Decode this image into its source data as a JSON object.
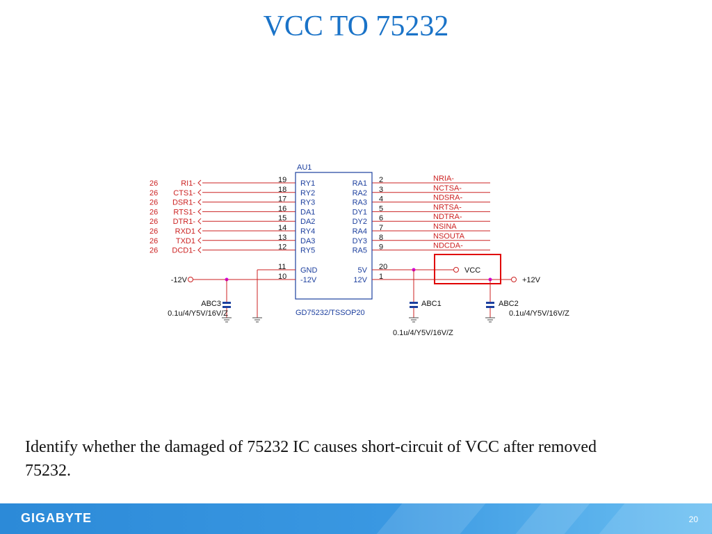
{
  "slide": {
    "title": "VCC TO 75232",
    "body": "Identify whether the damaged of 75232 IC causes short-circuit of VCC after removed 75232.",
    "logo": "GIGABYTE",
    "page_number": "20"
  },
  "colors": {
    "title": "#1a73c8",
    "wire": "#cc2222",
    "chip": "#1c3f9e",
    "label_red": "#cc2222",
    "junction": "#d400d4",
    "highlight": "#e00000",
    "capacitor": "#1c3f9e",
    "footer": "#2c8ad8"
  },
  "schematic": {
    "chip_ref": "AU1",
    "chip_part": "GD75232/TSSOP20",
    "left_signals": [
      {
        "sheet": "26",
        "net": "RI1-",
        "pin": "19",
        "pin_name": "RY1"
      },
      {
        "sheet": "26",
        "net": "CTS1-",
        "pin": "18",
        "pin_name": "RY2"
      },
      {
        "sheet": "26",
        "net": "DSR1-",
        "pin": "17",
        "pin_name": "RY3"
      },
      {
        "sheet": "26",
        "net": "RTS1-",
        "pin": "16",
        "pin_name": "DA1"
      },
      {
        "sheet": "26",
        "net": "DTR1-",
        "pin": "15",
        "pin_name": "DA2"
      },
      {
        "sheet": "26",
        "net": "RXD1",
        "pin": "14",
        "pin_name": "RY4"
      },
      {
        "sheet": "26",
        "net": "TXD1",
        "pin": "13",
        "pin_name": "DA3"
      },
      {
        "sheet": "26",
        "net": "DCD1-",
        "pin": "12",
        "pin_name": "RY5"
      }
    ],
    "right_signals": [
      {
        "net": "NRIA-",
        "pin": "2",
        "pin_name": "RA1"
      },
      {
        "net": "NCTSA-",
        "pin": "3",
        "pin_name": "RA2"
      },
      {
        "net": "NDSRA-",
        "pin": "4",
        "pin_name": "RA3"
      },
      {
        "net": "NRTSA-",
        "pin": "5",
        "pin_name": "DY1"
      },
      {
        "net": "NDTRA-",
        "pin": "6",
        "pin_name": "DY2"
      },
      {
        "net": "NSINA",
        "pin": "7",
        "pin_name": "RA4"
      },
      {
        "net": "NSOUTA",
        "pin": "8",
        "pin_name": "DY3"
      },
      {
        "net": "NDCDA-",
        "pin": "9",
        "pin_name": "RA5"
      }
    ],
    "power_pins": {
      "gnd": {
        "pin": "11",
        "name": "GND"
      },
      "neg12": {
        "pin": "10",
        "name": "-12V"
      },
      "p5": {
        "pin": "20",
        "name": "5V"
      },
      "p12": {
        "pin": "1",
        "name": "12V"
      }
    },
    "rails": {
      "neg12": "-12V",
      "vcc": "VCC",
      "pos12": "+12V"
    },
    "caps": {
      "abc3": {
        "ref": "ABC3",
        "value": "0.1u/4/Y5V/16V/Z"
      },
      "abc1": {
        "ref": "ABC1",
        "value": "0.1u/4/Y5V/16V/Z"
      },
      "abc2": {
        "ref": "ABC2",
        "value": "0.1u/4/Y5V/16V/Z"
      }
    }
  }
}
